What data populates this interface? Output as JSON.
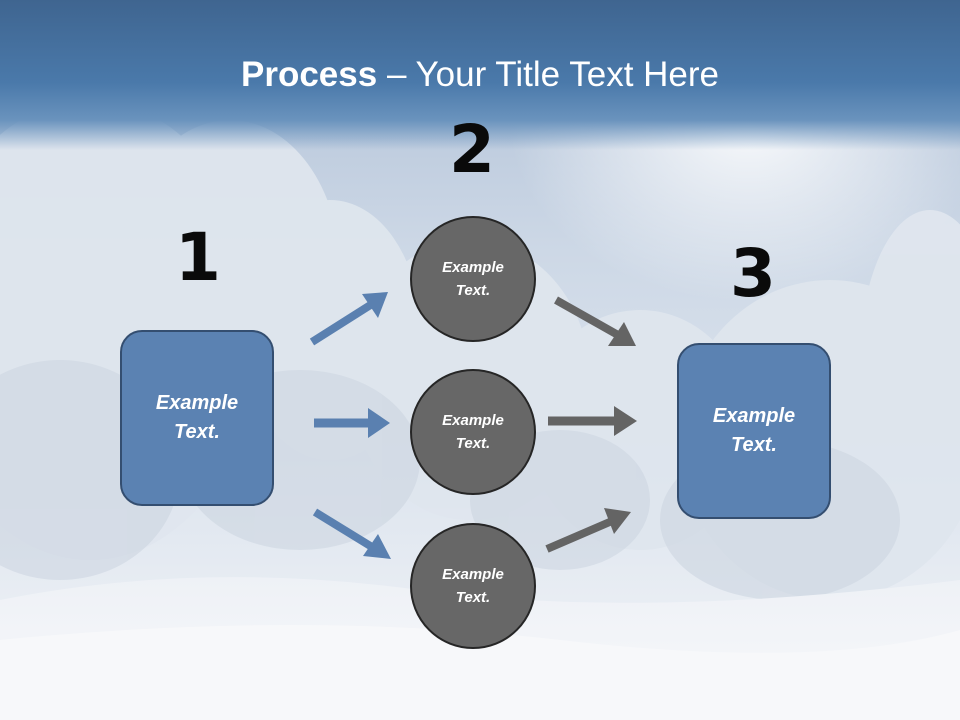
{
  "title": {
    "bold": "Process",
    "rest": " – Your Title Text Here"
  },
  "steps": {
    "one": "1",
    "two": "2",
    "three": "3"
  },
  "boxes": {
    "left": {
      "line1": "Example",
      "line2": "Text."
    },
    "right": {
      "line1": "Example",
      "line2": "Text."
    }
  },
  "circles": [
    {
      "line1": "Example",
      "line2": "Text."
    },
    {
      "line1": "Example",
      "line2": "Text."
    },
    {
      "line1": "Example",
      "line2": "Text."
    }
  ],
  "colors": {
    "title_band": "#4a79aa",
    "box_fill": "#5b82b2",
    "box_border": "#344e70",
    "circle_fill": "#676767",
    "circle_border": "#262626",
    "arrow_blue": "#5a80b0",
    "arrow_gray": "#646464",
    "number_text": "#0a0a0a"
  }
}
